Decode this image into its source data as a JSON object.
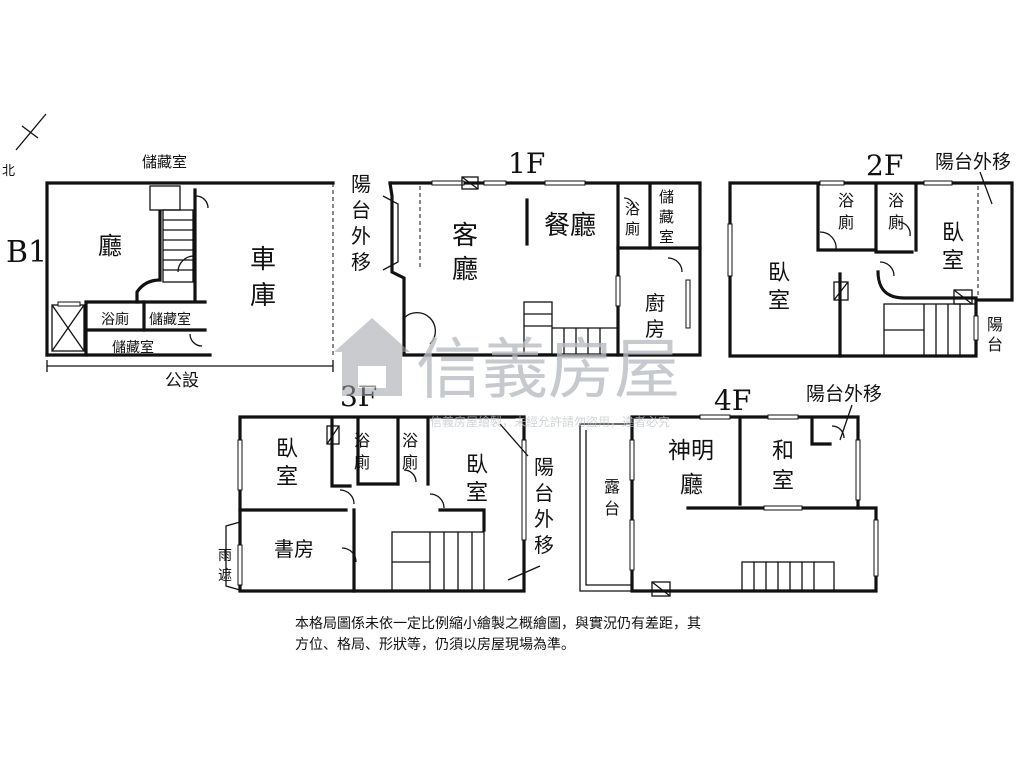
{
  "compass": {
    "north": "北"
  },
  "floors": {
    "b1": {
      "label": "B1",
      "rooms": {
        "hall": "廳",
        "garage": "車庫",
        "storage_top": "儲藏室",
        "bath": "浴廁",
        "storage_mid": "儲藏室",
        "storage_bottom": "儲藏室"
      },
      "outside": "公設"
    },
    "f1": {
      "label": "1F",
      "rooms": {
        "balcony": [
          "陽",
          "台",
          "外",
          "移"
        ],
        "living": [
          "客",
          "廳"
        ],
        "dining": "餐廳",
        "bath": [
          "浴",
          "廁"
        ],
        "storage": [
          "儲",
          "藏",
          "室"
        ],
        "kitchen": [
          "廚",
          "房"
        ]
      }
    },
    "f2": {
      "label": "2F",
      "rooms": {
        "balcony": "陽台外移",
        "bath1": [
          "浴",
          "廁"
        ],
        "bath2": [
          "浴",
          "廁"
        ],
        "bedroom1": [
          "臥",
          "室"
        ],
        "bedroom2": [
          "臥",
          "室"
        ],
        "balcony_small": [
          "陽",
          "台"
        ]
      }
    },
    "f3": {
      "label": "3F",
      "rooms": {
        "bedroom1": [
          "臥",
          "室"
        ],
        "bath1": [
          "浴",
          "廁"
        ],
        "bath2": [
          "浴",
          "廁"
        ],
        "bedroom2": [
          "臥",
          "室"
        ],
        "balcony": [
          "陽",
          "台",
          "外",
          "移"
        ],
        "study": "書房",
        "awning": [
          "雨",
          "遮"
        ]
      }
    },
    "f4": {
      "label": "4F",
      "rooms": {
        "balcony": "陽台外移",
        "shrine": [
          "神明",
          "廳"
        ],
        "tatami": [
          "和",
          "室"
        ],
        "terrace": [
          "露",
          "台"
        ]
      }
    }
  },
  "watermark": {
    "brand": "信義房屋",
    "sub": "信義房屋繪製，未經允許請勿盜用，違者必究"
  },
  "disclaimer": [
    "本格局圖係未依一定比例縮小繪製之概繪圖，與實況仍有差距，其",
    "方位、格局、形狀等，仍須以房屋現場為準。"
  ]
}
